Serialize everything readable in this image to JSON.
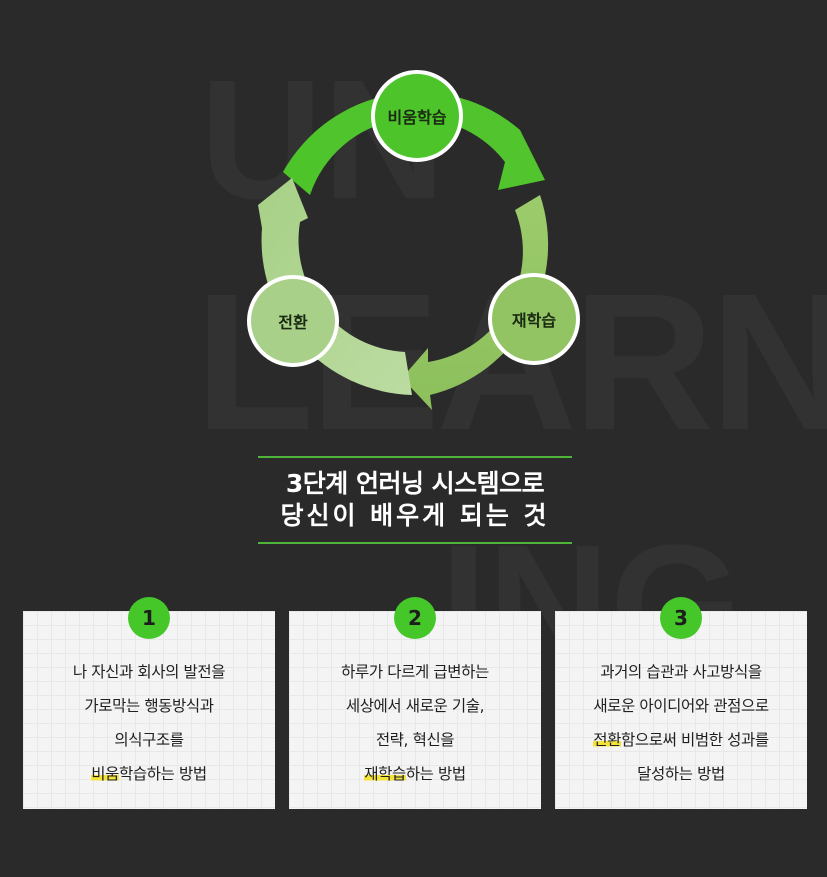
{
  "background": {
    "color": "#2a2a2a",
    "watermark_lines": [
      "UN",
      "LEARN",
      "ING"
    ]
  },
  "cycle": {
    "nodes": [
      {
        "label": "비움학습",
        "color": "#4ec42b"
      },
      {
        "label": "재학습",
        "color": "#92c463"
      },
      {
        "label": "전환",
        "color": "#a9d089"
      }
    ],
    "arrow_colors": [
      "#4ec42b",
      "#92c463",
      "#b2d696"
    ]
  },
  "headline": {
    "line1": "3단계 언러닝 시스템으로",
    "line2": "당신이 배우게 되는 것",
    "rule_color": "#4fb53a"
  },
  "cards": [
    {
      "number": "1",
      "lines": [
        "나 자신과 회사의 발전을",
        "가로막는 행동방식과",
        "의식구조를"
      ],
      "last_highlight": "비움",
      "last_rest": "학습하는 방법"
    },
    {
      "number": "2",
      "lines": [
        "하루가 다르게 급변하는",
        "세상에서 새로운 기술,",
        "전략, 혁신을"
      ],
      "last_highlight": "재학습",
      "last_rest": "하는 방법"
    },
    {
      "number": "3",
      "lines": [
        "과거의 습관과 사고방식을",
        "새로운 아이디어와 관점으로"
      ],
      "third_highlight": "전환",
      "third_rest": "함으로써 비범한 성과를",
      "last_plain": "달성하는 방법"
    }
  ],
  "accent": {
    "badge": "#45c72a",
    "highlight": "#f2e23a"
  }
}
